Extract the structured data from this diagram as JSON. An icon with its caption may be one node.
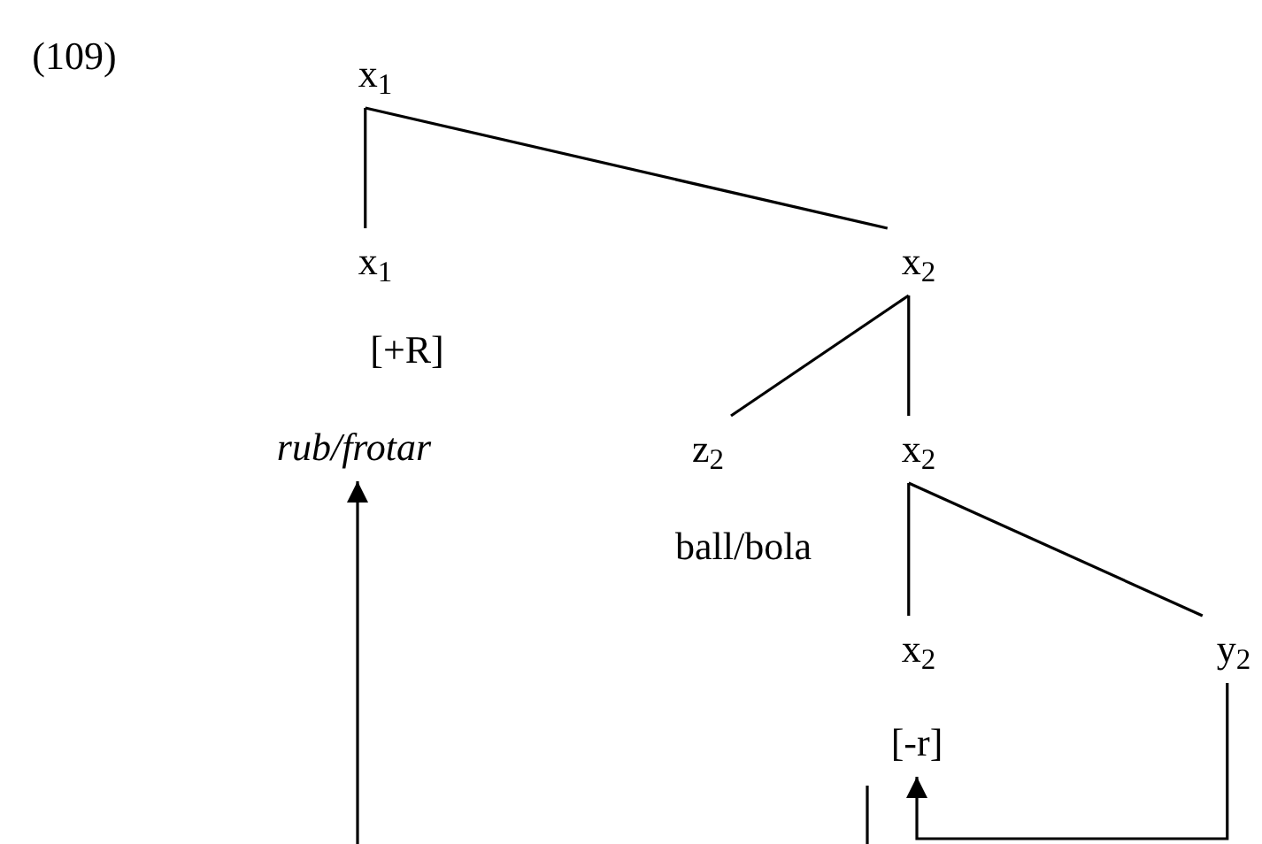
{
  "diagram": {
    "nodes": [
      {
        "text": [
          "x$_{1}$"
        ]
      },
      {
        "text": [
          "x$_{1}$"
        ]
      },
      {
        "text": [
          "x$_{2}$"
        ]
      },
      {
        "text": [
          "*rub/frotar*"
        ]
      },
      {
        "text": [
          "z$_{2}$"
        ]
      },
      {
        "text": [
          "x$_{2}$"
        ]
      },
      {
        "text": [
          "x$_{2}$"
        ]
      },
      {
        "text": [
          "y$_{2}$"
        ]
      },
      {
        "text": [
          "[-r]"
        ]
      }
    ],
    "edges": [
      {
        "from": 0,
        "to": 1,
        "arrow": "none"
      },
      {
        "from": 0,
        "to": 2,
        "arrow": "none"
      },
      {
        "from": 2,
        "to": 4,
        "arrow": "none"
      },
      {
        "from": 2,
        "to": 5,
        "arrow": "none"
      },
      {
        "from": 5,
        "to": 6,
        "arrow": "none"
      },
      {
        "from": 5,
        "to": 7,
        "arrow": "none"
      },
      {
        "from": null,
        "to": 3,
        "arrow": "to"
      },
      {
        "from": 7,
        "to": 8,
        "arrow": "to"
      }
    ],
    "labels": [
      "(109)",
      "[+R]",
      "ball/bola"
    ]
  }
}
